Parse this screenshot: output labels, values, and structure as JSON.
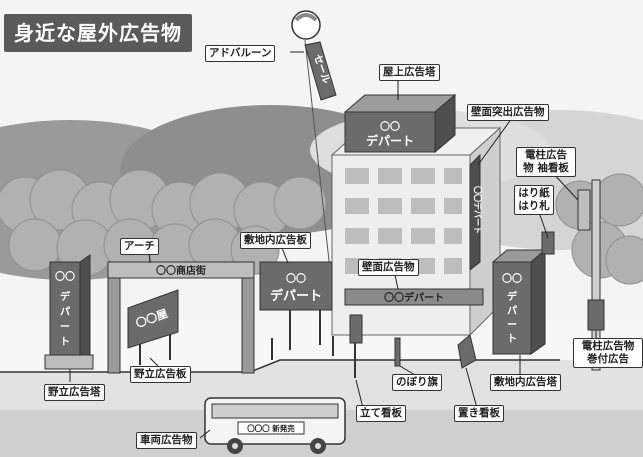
{
  "title": "身近な屋外広告物",
  "labels": {
    "ad_balloon": "アドバルーン",
    "rooftop": "屋上広告塔",
    "wall_projecting": "壁面突出広告物",
    "pole_sleeve": "電柱広告物 袖看板",
    "poster": "はり紙 はり札",
    "arch": "アーチ",
    "premise_board": "敷地内広告板",
    "wall_ad": "壁面広告物",
    "pole_wrap": "電柱広告物 巻付広告",
    "standalone_board": "野立広告板",
    "standalone_tower": "野立広告塔",
    "banner_flag": "のぼり旗",
    "premise_tower": "敷地内広告塔",
    "standing_sign": "立て看板",
    "placed_sign": "置き看板",
    "vehicle_ad": "車両広告物"
  },
  "signs": {
    "sale": "セール",
    "dept_rooftop": "〇〇 デパート",
    "dept_wall": "〇〇デパート",
    "arcade": "〇〇商店街",
    "premise_board_text": "〇〇 デパート",
    "standalone_tower_text": "〇〇 デパート",
    "premise_tower_text": "〇〇 デパート",
    "projecting_text": "〇〇デパート",
    "standalone_board_text": "〇〇屋",
    "bus_text": "〇〇〇 新発売"
  },
  "colors": {
    "title_bg": "#5a5a5a",
    "sky": "#f2f2f2",
    "hill_dark": "#8a8a8a",
    "hill_light": "#cfcfcf",
    "tree": "#a7a7a7",
    "building": "#ececec",
    "sign_dark": "#6b6b6b",
    "road": "#d4d4d4"
  }
}
